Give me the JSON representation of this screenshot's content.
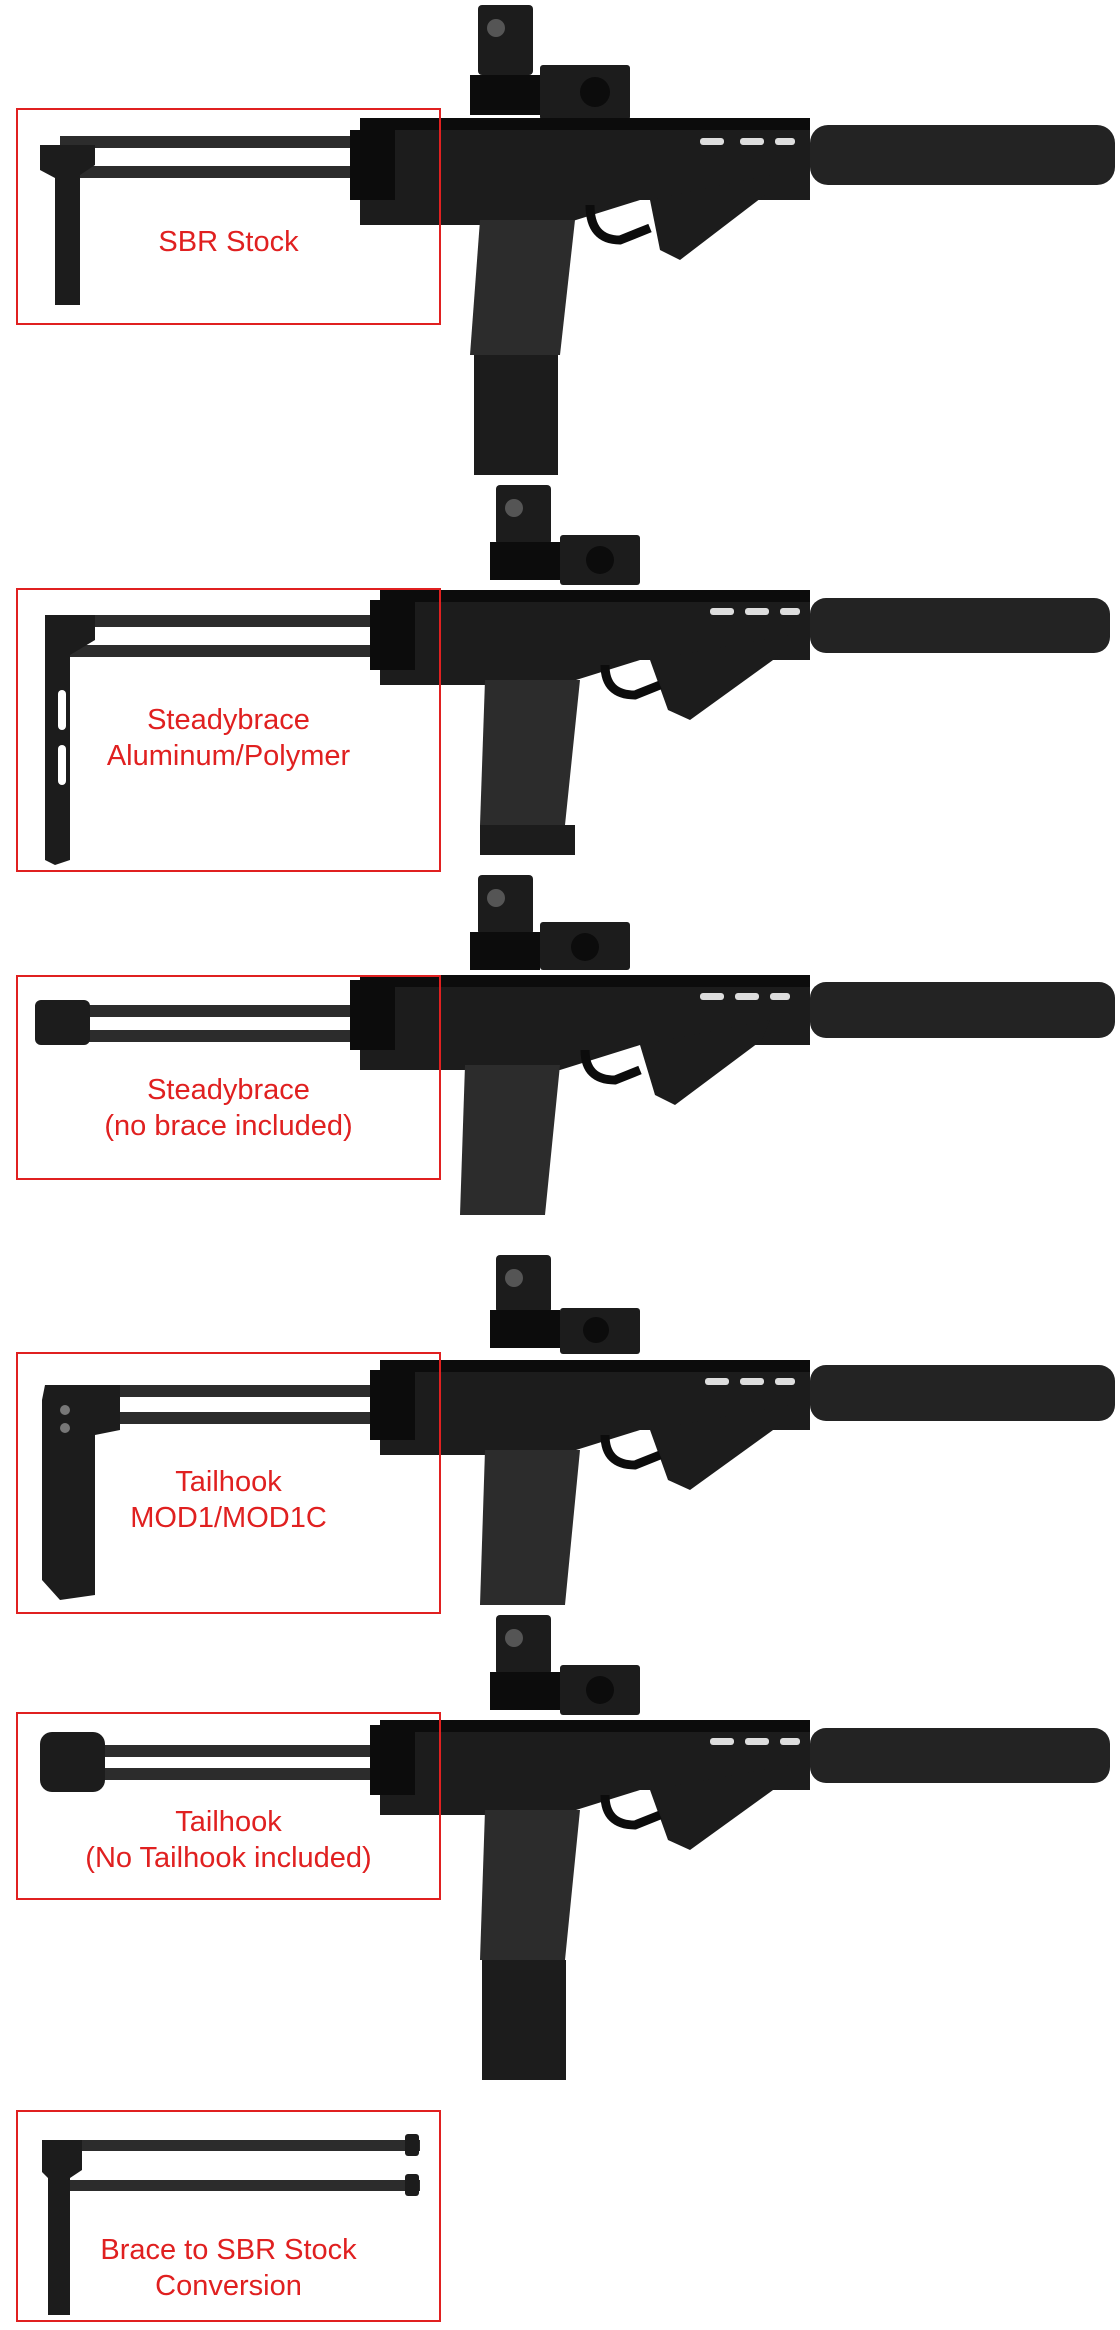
{
  "colors": {
    "label_red": "#e02020",
    "gun_body": "#1c1c1c",
    "gun_mid": "#2c2c2c",
    "gun_dark": "#0c0c0c",
    "suppressor": "#232323"
  },
  "configurations": [
    {
      "label": "SBR Stock",
      "end": "sbr"
    },
    {
      "label": "Steadybrace\nAluminum/Polymer",
      "end": "steadybrace"
    },
    {
      "label": "Steadybrace\n(no brace included)",
      "end": "cap"
    },
    {
      "label": "Tailhook\nMOD1/MOD1C",
      "end": "tailhook"
    },
    {
      "label": "Tailhook\n(No Tailhook included)",
      "end": "cap"
    }
  ],
  "conversion": {
    "label": "Brace to SBR Stock\nConversion"
  }
}
